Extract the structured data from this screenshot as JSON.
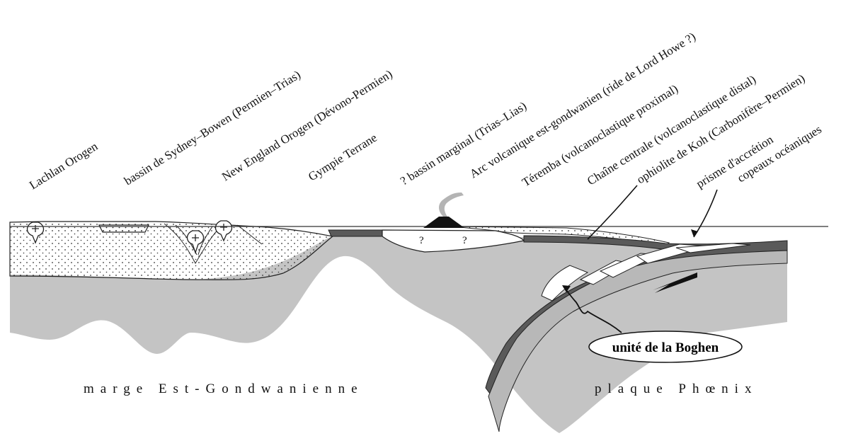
{
  "labels": {
    "lachlan": "Lachlan Orogen",
    "sydney_bowen": "bassin de Sydney–Bowen (Permien–Trias)",
    "new_england": "New England Orogen (Dévono-Permien)",
    "gympie": "Gympie Terrane",
    "bassin_marginal": "? bassin marginal (Trias–Lias)",
    "arc_volcanique": "Arc volcanique est-gondwanien (ride de Lord Howe ?)",
    "teremba": "Téremba (volcanoclastique proximal)",
    "chaine_centrale": "Chaîne centrale (volcanoclastique distal)",
    "ophiolite_koh": "ophiolite de Koh (Carbonifère–Permien)",
    "prisme": "prisme d'accrétion",
    "copeaux": "copeaux océaniques"
  },
  "bottom": {
    "marge": "marge Est-Gondwanienne",
    "plaque": "plaque Phœnix"
  },
  "callout": "unité de la Boghen",
  "question_mark": "?",
  "colors": {
    "mantle_grey": "#c4c4c4",
    "oceanic_crust": "#5a5a5a",
    "volcano": "#111111",
    "plume": "#b4b4b4"
  }
}
